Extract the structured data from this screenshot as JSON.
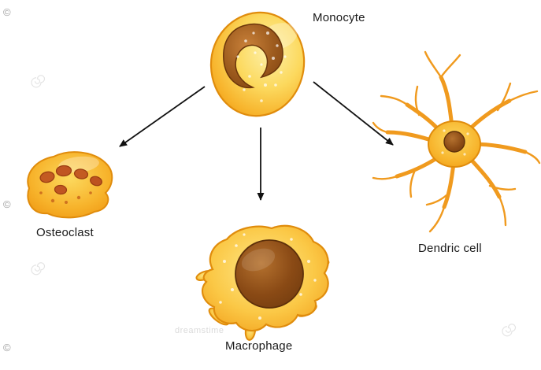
{
  "labels": {
    "monocyte": "Monocyte",
    "osteoclast": "Osteoclast",
    "macrophage": "Macrophage",
    "dendritic": "Dendric cell"
  },
  "diagram": {
    "source": "monocyte",
    "edges": [
      {
        "from": "monocyte",
        "to": "osteoclast"
      },
      {
        "from": "monocyte",
        "to": "macrophage"
      },
      {
        "from": "monocyte",
        "to": "dendritic"
      }
    ]
  },
  "watermark": {
    "copyright": "©",
    "brand": "dreamstime"
  },
  "colors": {
    "cell_body_light": "#fdf0a8",
    "cell_body_mid": "#fbca4a",
    "cell_body_dark": "#ef9812",
    "cell_outline": "#e08c0c",
    "nucleus_light": "#c9813a",
    "nucleus_dark": "#7c3f0e",
    "osteoclast_nuclei": "#c35a22",
    "arrow": "#111111",
    "background": "#ffffff"
  }
}
